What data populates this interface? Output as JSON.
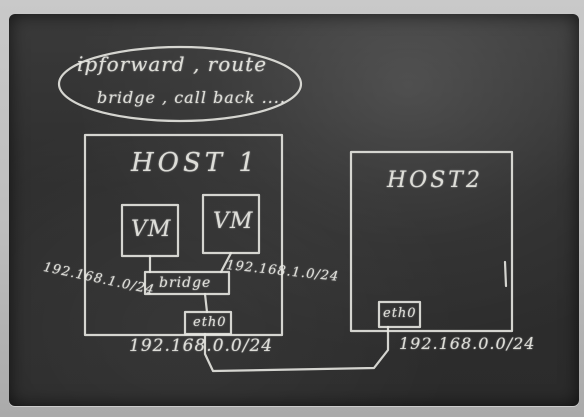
{
  "board": {
    "note_line1": "ipforward , route",
    "note_line2": "bridge , call back ....",
    "host1_label": "HOST 1",
    "host2_label": "HOST2",
    "vm_left": "VM",
    "vm_right": "VM",
    "subnet_left": "192.168.1.0/24",
    "subnet_right": "192.168.1.0/24",
    "bridge_label": "bridge",
    "host1_nic": "eth0",
    "host1_network": "192.168.0.0/24",
    "host2_nic": "eth0",
    "host2_network": "192.168.0.0/24"
  }
}
